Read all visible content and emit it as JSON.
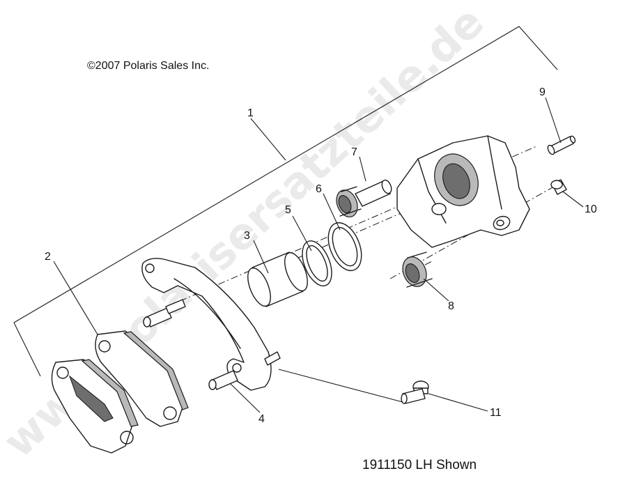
{
  "copyright": "©2007 Polaris Sales Inc.",
  "caption": "1911150 LH Shown",
  "watermark": "www.polarisersatzteile.de",
  "callouts": [
    {
      "id": "label-1",
      "text": "1"
    },
    {
      "id": "label-2",
      "text": "2"
    },
    {
      "id": "label-3",
      "text": "3"
    },
    {
      "id": "label-4",
      "text": "4"
    },
    {
      "id": "label-5",
      "text": "5"
    },
    {
      "id": "label-6",
      "text": "6"
    },
    {
      "id": "label-7",
      "text": "7"
    },
    {
      "id": "label-8",
      "text": "8"
    },
    {
      "id": "label-9",
      "text": "9"
    },
    {
      "id": "label-10",
      "text": "10"
    },
    {
      "id": "label-11",
      "text": "11"
    }
  ]
}
